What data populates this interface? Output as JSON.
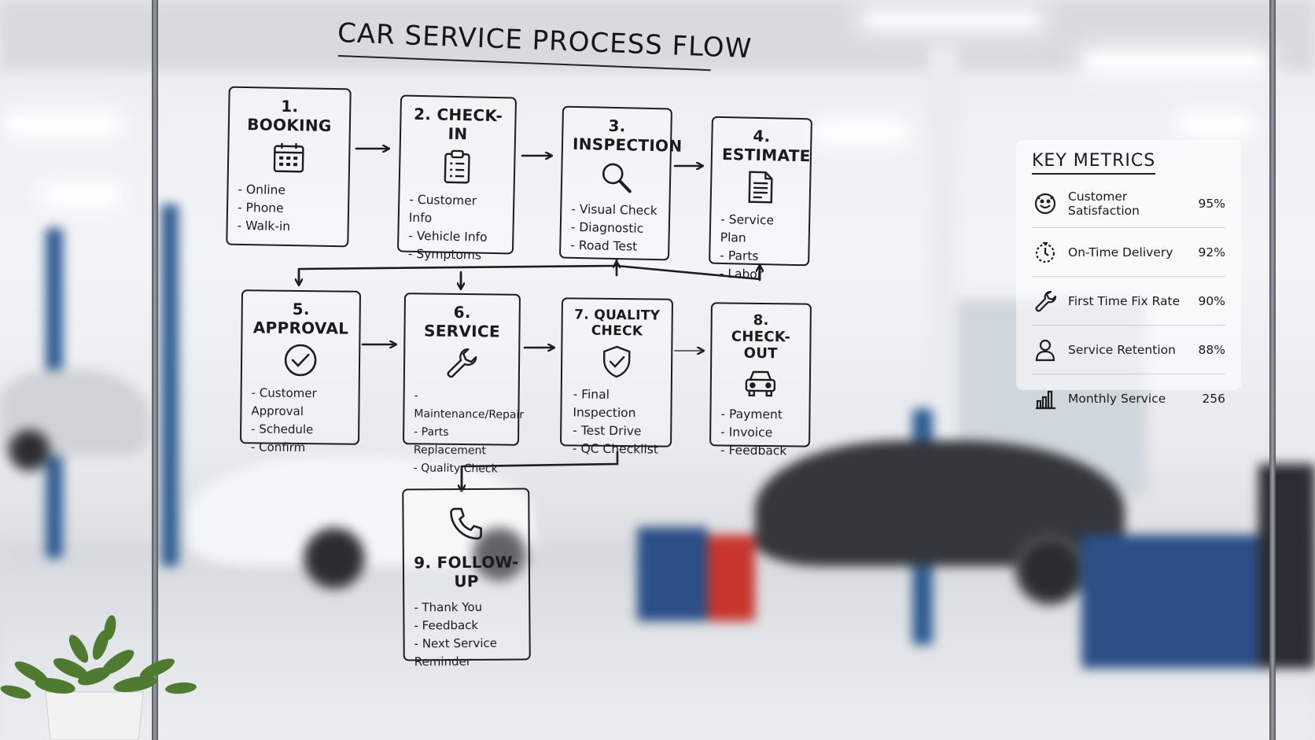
{
  "title": "CAR SERVICE PROCESS FLOW",
  "steps": [
    {
      "label": "1. BOOKING",
      "icon": "calendar-icon",
      "items": [
        "Online",
        "Phone",
        "Walk-in"
      ]
    },
    {
      "label": "2. CHECK-IN",
      "icon": "clipboard-icon",
      "items": [
        "Customer Info",
        "Vehicle Info",
        "Symptoms"
      ]
    },
    {
      "label": "3. INSPECTION",
      "icon": "magnifier-icon",
      "items": [
        "Visual Check",
        "Diagnostic",
        "Road Test"
      ]
    },
    {
      "label": "4. ESTIMATE",
      "icon": "document-icon",
      "items": [
        "Service Plan",
        "Parts",
        "Labor"
      ]
    },
    {
      "label": "5. APPROVAL",
      "icon": "checkmark-circle-icon",
      "items": [
        "Customer Approval",
        "Schedule",
        "Confirm"
      ]
    },
    {
      "label": "6. SERVICE",
      "icon": "wrench-icon",
      "items": [
        "Maintenance/Repair",
        "Parts Replacement",
        "Quality Check"
      ]
    },
    {
      "label": "7. QUALITY CHECK",
      "icon": "shield-check-icon",
      "items": [
        "Final Inspection",
        "Test Drive",
        "QC Checklist"
      ]
    },
    {
      "label": "8. CHECK-OUT",
      "icon": "car-icon",
      "items": [
        "Payment",
        "Invoice",
        "Feedback"
      ]
    },
    {
      "label": "9. FOLLOW-UP",
      "icon": "phone-icon",
      "items": [
        "Thank You",
        "Feedback",
        "Next Service Reminder"
      ]
    }
  ],
  "metrics": {
    "title": "KEY METRICS",
    "rows": [
      {
        "name": "Customer Satisfaction",
        "value": "95%",
        "icon": "smiley-icon"
      },
      {
        "name": "On-Time Delivery",
        "value": "92%",
        "icon": "timer-icon"
      },
      {
        "name": "First Time Fix Rate",
        "value": "90%",
        "icon": "wrench-icon"
      },
      {
        "name": "Service Retention",
        "value": "88%",
        "icon": "person-icon"
      },
      {
        "name": "Monthly Service",
        "value": "256",
        "icon": "bar-chart-icon"
      }
    ]
  },
  "colors": {
    "ink": "#1d1d1d",
    "lift_blue": "#2f5c91",
    "frame": "#6b7076"
  }
}
